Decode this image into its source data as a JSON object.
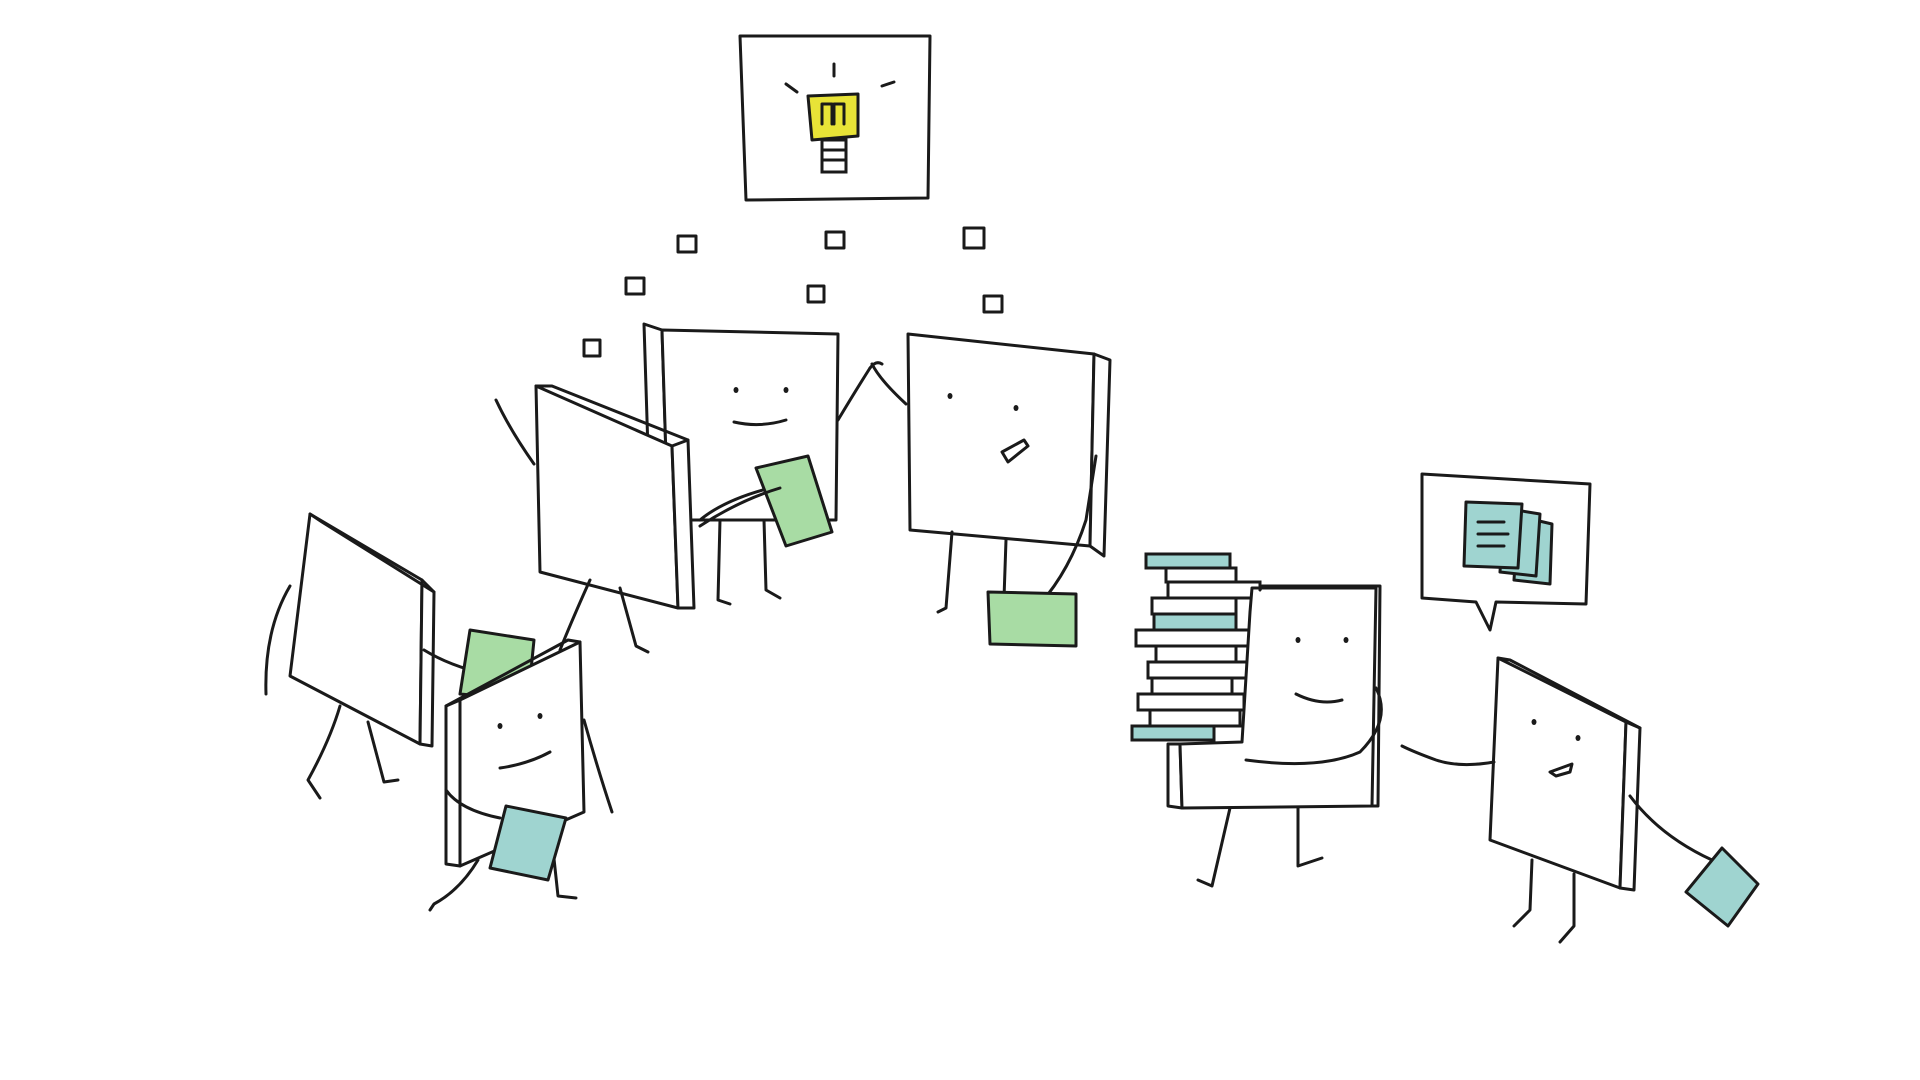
{
  "scene": {
    "background": "#ffffff",
    "ink": "#1a1a1a",
    "colors": {
      "green_paper": "#a8dca4",
      "teal_paper": "#9fd4d0",
      "teal_book": "#9fd4d0",
      "bulb_yellow": "#e8e337"
    },
    "elements": [
      "lightbulb-idea-frame",
      "floating-squares",
      "book-character",
      "book-stack",
      "document-speech-bubble"
    ]
  }
}
